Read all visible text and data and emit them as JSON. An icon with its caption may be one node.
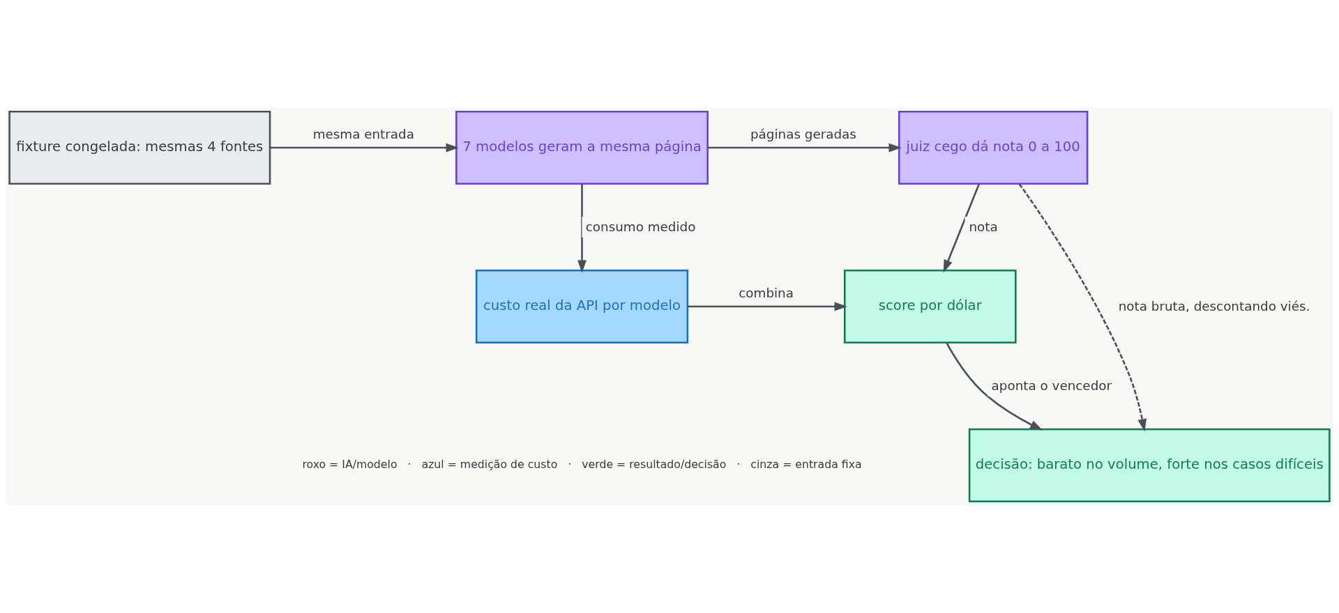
{
  "diagram": {
    "nodes": [
      {
        "text": [
          "fixture congelada: mesmas 4 fontes"
        ]
      },
      {
        "text": [
          "7 modelos geram a mesma página"
        ]
      },
      {
        "text": [
          "juiz cego dá nota 0 a 100"
        ]
      },
      {
        "text": [
          "decisão: barato no volume, forte nos casos difíceis"
        ]
      },
      {
        "text": [
          "custo real da API por modelo"
        ]
      },
      {
        "text": [
          "score por dólar"
        ]
      }
    ],
    "edges": [
      {
        "from": 0,
        "to": 1,
        "arrow": "to",
        "label": "mesma entrada"
      },
      {
        "from": 1,
        "to": 2,
        "arrow": "to",
        "label": "páginas geradas"
      },
      {
        "from": 2,
        "to": 3,
        "arrow": "to",
        "label": "nota bruta, descontando viés.",
        "style": "dashed"
      },
      {
        "from": 1,
        "to": 4,
        "arrow": "to",
        "label": "consumo medido"
      },
      {
        "from": 2,
        "to": 5,
        "arrow": "to",
        "label": "nota"
      },
      {
        "from": 4,
        "to": 5,
        "arrow": "to",
        "label": "combina"
      },
      {
        "from": 5,
        "to": 3,
        "arrow": "to",
        "label": "aponta o vencedor"
      }
    ],
    "labels": [
      "roxo = IA/modelo   ·   azul = medição de custo   ·   verde = resultado/decisão   ·   cinza = entrada fixa"
    ]
  }
}
